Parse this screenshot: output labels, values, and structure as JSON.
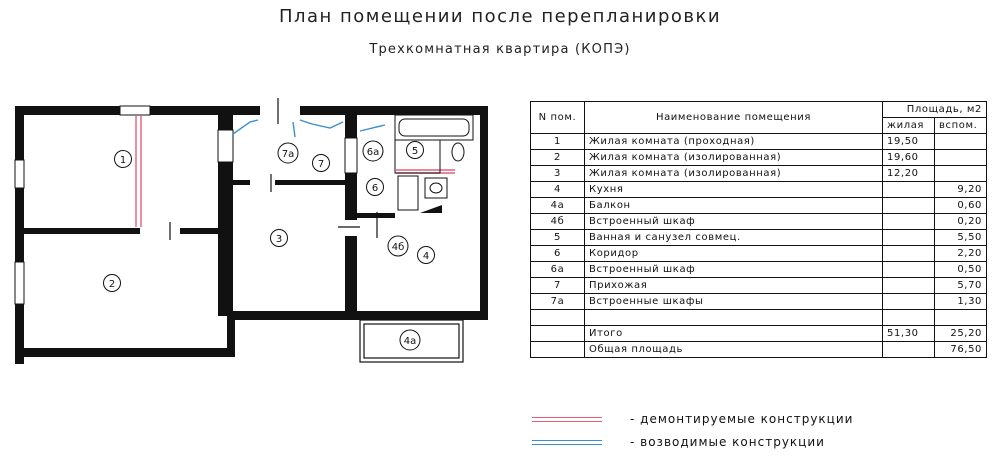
{
  "title": "План помещении после перепланировки",
  "subtitle": "Трехкомнатная квартира (КОПЭ)",
  "plan": {
    "labels": [
      "1",
      "2",
      "3",
      "4",
      "4а",
      "4б",
      "5",
      "6",
      "6а",
      "7",
      "7а"
    ]
  },
  "table": {
    "header": {
      "num": "N пом.",
      "name": "Наименование помещения",
      "area": "Площадь,  м2",
      "living": "жилая",
      "aux": "вспом."
    },
    "rows": [
      {
        "num": "1",
        "name": "Жилая комната (проходная)",
        "living": "19,50",
        "aux": ""
      },
      {
        "num": "2",
        "name": "Жилая комната (изолированная)",
        "living": "19,60",
        "aux": ""
      },
      {
        "num": "3",
        "name": "Жилая комната (изолированная)",
        "living": "12,20",
        "aux": ""
      },
      {
        "num": "4",
        "name": "Кухня",
        "living": "",
        "aux": "9,20"
      },
      {
        "num": "4а",
        "name": "Балкон",
        "living": "",
        "aux": "0,60"
      },
      {
        "num": "4б",
        "name": "Встроенный шкаф",
        "living": "",
        "aux": "0,20"
      },
      {
        "num": "5",
        "name": "Ванная и санузел совмец.",
        "living": "",
        "aux": "5,50"
      },
      {
        "num": "6",
        "name": "Коридор",
        "living": "",
        "aux": "2,20"
      },
      {
        "num": "6а",
        "name": "Встроенный шкаф",
        "living": "",
        "aux": "0,50"
      },
      {
        "num": "7",
        "name": "Прихожая",
        "living": "",
        "aux": "5,70"
      },
      {
        "num": "7а",
        "name": "Встроенные шкафы",
        "living": "",
        "aux": "1,30"
      },
      {
        "num": "",
        "name": "",
        "living": "",
        "aux": ""
      },
      {
        "num": "",
        "name": "Итого",
        "living": "51,30",
        "aux": "25,20"
      },
      {
        "num": "",
        "name": "Общая площадь",
        "living": "",
        "aux": "76,50"
      }
    ]
  },
  "legend": {
    "demolished_label": "- демонтируемые конструкции",
    "erected_label": "- возводимые конструкции",
    "demolished_color": "#e0607a",
    "erected_color": "#3a8fd0"
  }
}
